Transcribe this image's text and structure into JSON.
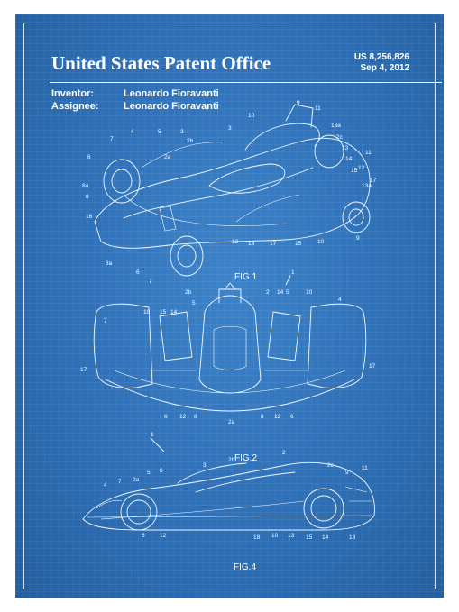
{
  "title": "United States Patent Office",
  "patent_number": "US 8,256,826",
  "patent_date": "Sep 4, 2012",
  "inventor_label": "Inventor:",
  "inventor_name": "Leonardo Fioravanti",
  "assignee_label": "Assignee:",
  "assignee_name": "Leonardo Fioravanti",
  "figures": {
    "fig1": "FIG.1",
    "fig2": "FIG.2",
    "fig4": "FIG.4"
  },
  "colors": {
    "blueprint": "#2e6fb6",
    "line": "#f2f8ff"
  }
}
